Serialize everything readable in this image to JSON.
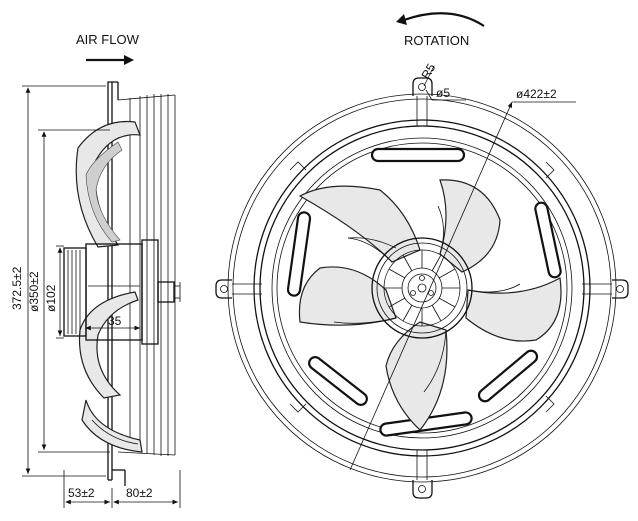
{
  "labels": {
    "air_flow": "AIR FLOW",
    "rotation": "ROTATION"
  },
  "dimensions": {
    "overall_height": "372.5±2",
    "ring_diameter": "ø350±2",
    "hub_diameter": "ø102",
    "motor_offset": "35",
    "front_depth": "53±2",
    "rear_depth": "80±2",
    "radius": "R5",
    "hole_diameter": "ø5",
    "guard_diameter": "ø422±2"
  },
  "colors": {
    "line": "#111111",
    "blade_fill": "#e8e8e8",
    "blade_shadow": "#cfcfcf"
  },
  "icons": [
    "air-flow-arrow-icon",
    "rotation-arrow-icon"
  ]
}
